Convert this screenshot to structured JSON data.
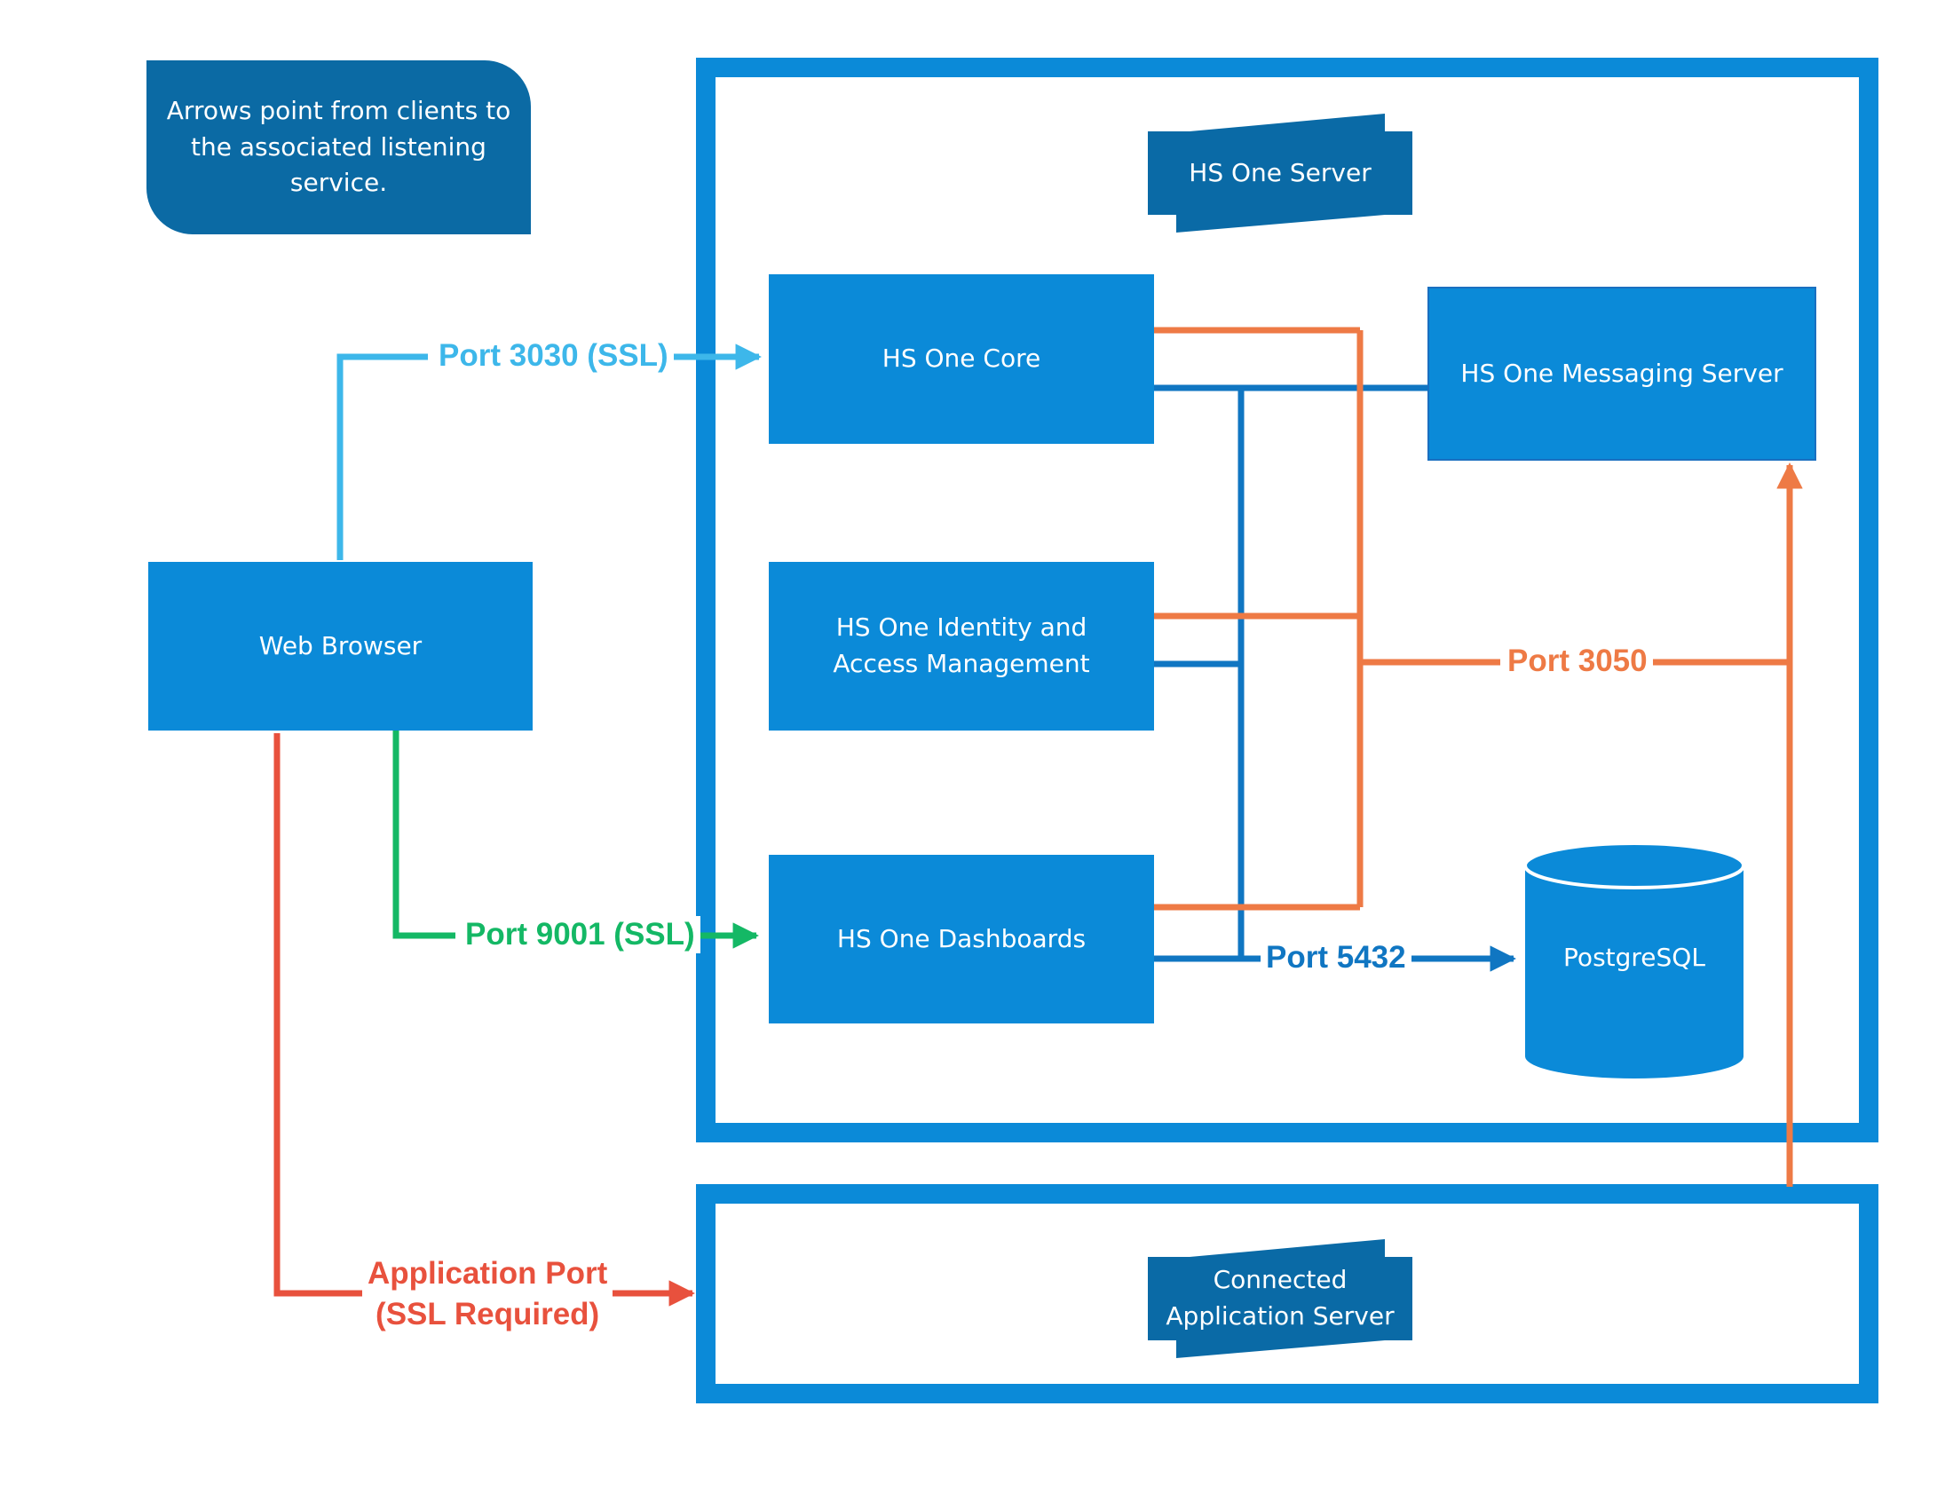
{
  "note": {
    "text": "Arrows point from clients to the associated listening service."
  },
  "server_group": {
    "title": "HS One Server"
  },
  "app_group": {
    "title": "Connected Application Server"
  },
  "nodes": {
    "web_browser": "Web Browser",
    "core": "HS One Core",
    "iam": "HS One Identity and Access Management",
    "dashboards": "HS One Dashboards",
    "messaging": "HS One Messaging Server",
    "postgres": "PostgreSQL"
  },
  "connections": {
    "port_3030": {
      "label": "Port 3030 (SSL)",
      "color": "#3db7ea"
    },
    "port_9001": {
      "label": "Port 9001 (SSL)",
      "color": "#14b865"
    },
    "app_port": {
      "label_line1": "Application Port",
      "label_line2": "(SSL Required)",
      "color": "#e8513d"
    },
    "port_3050": {
      "label": "Port 3050",
      "color": "#ee7a45"
    },
    "port_5432": {
      "label": "Port 5432",
      "color": "#1076c2"
    }
  },
  "colors": {
    "node_blue": "#0b8ad8",
    "banner_blue": "#0a6aa6",
    "frame_blue": "#0b8ad8"
  }
}
